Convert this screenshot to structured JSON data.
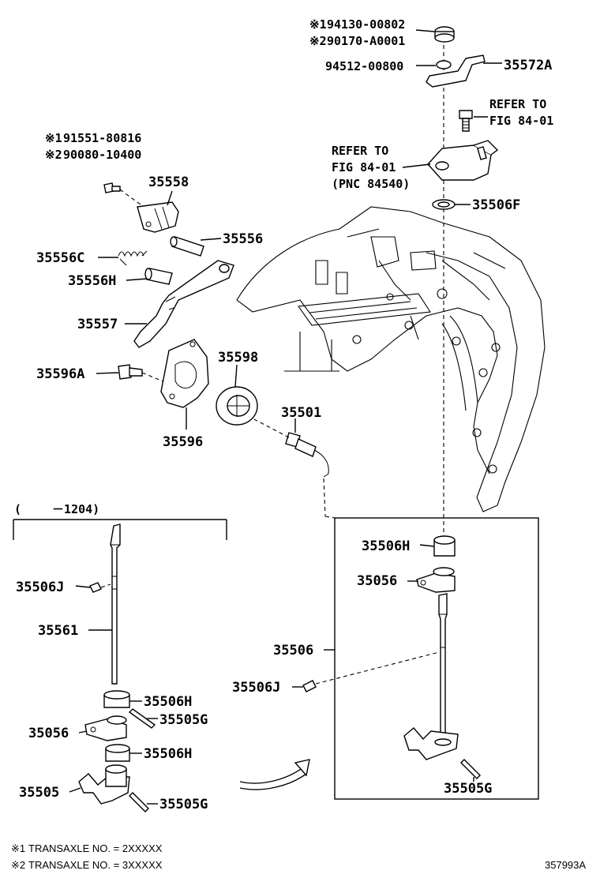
{
  "top_fastener": {
    "ref1": "94130-00802",
    "ref2": "90170-A0001"
  },
  "washer": "94512-00800",
  "lever_plate": "35572A",
  "refer_bolt": {
    "line1": "REFER TO",
    "line2": "FIG 84-01"
  },
  "switch_refer": {
    "line1": "REFER TO",
    "line2": "FIG 84-01",
    "line3": "(PNC 84540)"
  },
  "seal_top": "35506F",
  "left_bolt": {
    "ref1": "91551-80816",
    "ref2": "90080-10400"
  },
  "parts": {
    "p35558": "35558",
    "p35556": "35556",
    "p35556C": "35556C",
    "p35556H": "35556H",
    "p35557": "35557",
    "p35596A": "35596A",
    "p35598": "35598",
    "p35501": "35501",
    "p35596": "35596"
  },
  "left_box": {
    "header": "(　　 －1204)",
    "labels": {
      "j": "35506J",
      "shaft": "35561",
      "h1": "35506H",
      "g1": "35505G",
      "lever": "35056",
      "h2": "35506H",
      "detent": "35505",
      "g2": "35505G"
    }
  },
  "right_box": {
    "labels": {
      "h": "35506H",
      "lever": "35056",
      "assy": "35506",
      "j": "35506J",
      "g": "35505G"
    }
  },
  "notes": {
    "n1_mark": "※1",
    "n1": "TRANSAXLE NO. = 2XXXXX",
    "n2_mark": "※2",
    "n2": "TRANSAXLE NO. = 3XXXXX"
  },
  "marks": {
    "m1": "※1",
    "m2": "※2"
  },
  "figure_code": "357993A"
}
